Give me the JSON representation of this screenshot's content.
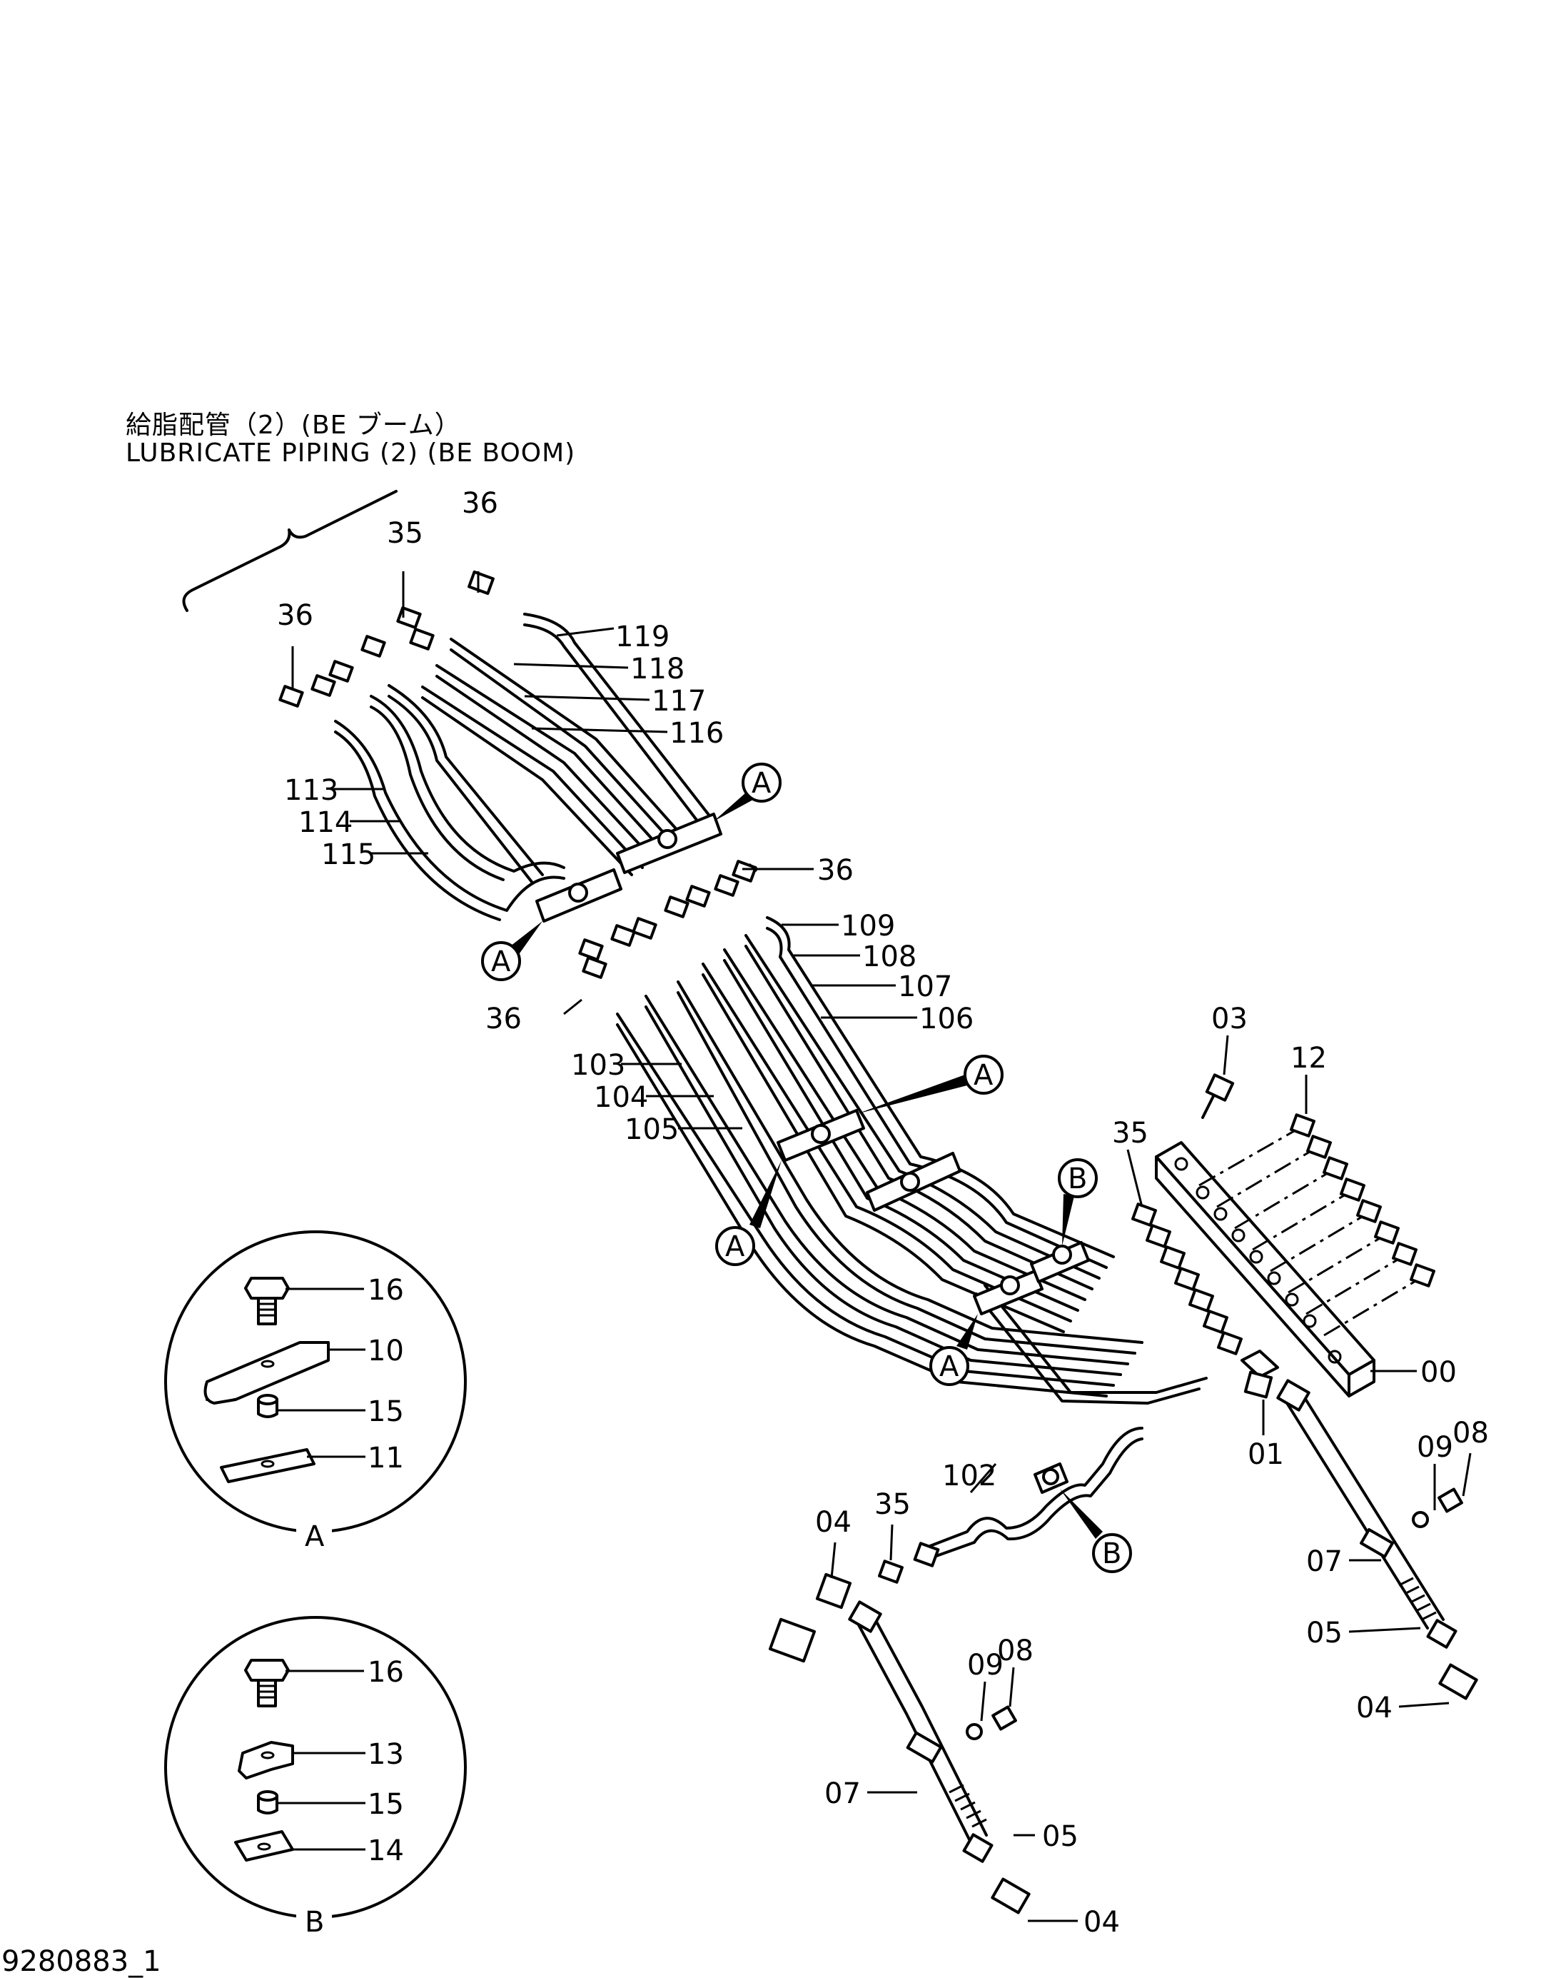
{
  "title": {
    "jp": "給脂配管（2）(BE ブーム）",
    "en": "LUBRICATE PIPING (2) (BE BOOM)"
  },
  "drawing_code": "9280883_1",
  "callouts": {
    "A": "A",
    "B": "B"
  },
  "part_labels": {
    "p36_top": "36",
    "p35_top": "35",
    "p36_left": "36",
    "p119": "119",
    "p118": "118",
    "p117": "117",
    "p116": "116",
    "p113": "113",
    "p114": "114",
    "p115": "115",
    "p36_mid": "36",
    "p109": "109",
    "p108": "108",
    "p107": "107",
    "p106": "106",
    "p36_low": "36",
    "p103": "103",
    "p104": "104",
    "p105": "105",
    "p03": "03",
    "p12": "12",
    "p35_mid": "35",
    "p00": "00",
    "p01": "01",
    "p09_r": "09",
    "p08_r": "08",
    "p07_r": "07",
    "p05_r": "05",
    "p04_r": "04",
    "p102": "102",
    "p35_low": "35",
    "p04_l": "04",
    "p09_l": "09",
    "p08_l": "08",
    "p07_l": "07",
    "p05_l": "05",
    "p04_b": "04",
    "a16": "16",
    "a10": "10",
    "a15": "15",
    "a11": "11",
    "b16": "16",
    "b13": "13",
    "b15": "15",
    "b14": "14"
  },
  "detail_labels": {
    "A": "A",
    "B": "B"
  }
}
